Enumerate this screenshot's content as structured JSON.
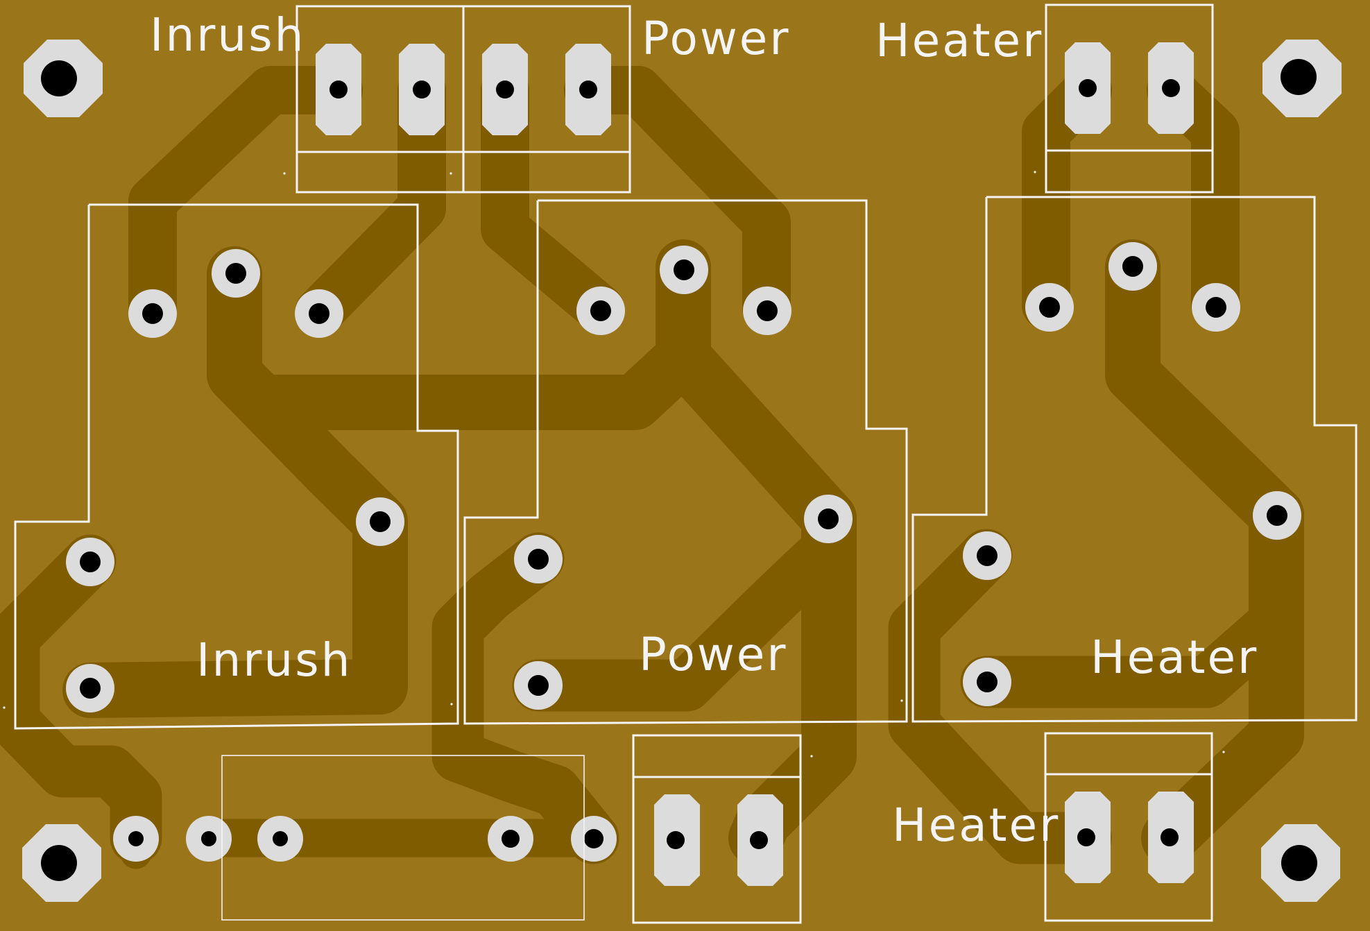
{
  "board": {
    "colors": {
      "substrate": "#9a7519",
      "copper": "#805c00",
      "pad": "#dcdcdc",
      "drill": "#000000",
      "silkscreen": "#f4f4f4"
    }
  },
  "labels": {
    "top_inrush": "Inrush",
    "top_power": "Power",
    "top_heater": "Heater",
    "relay_inrush": "Inrush",
    "relay_power": "Power",
    "relay_heater": "Heater",
    "bottom_heater": "Heater"
  }
}
